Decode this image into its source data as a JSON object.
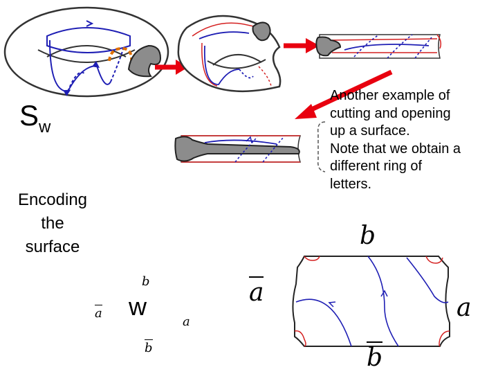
{
  "left_labels": {
    "s_main": "S",
    "s_sub": "w",
    "encoding_lines": [
      "Encoding",
      "the",
      "surface"
    ]
  },
  "caption_lines": [
    "Another example of",
    "cutting and opening",
    "up a surface.",
    "Note that we obtain a",
    "different ring of",
    "letters."
  ],
  "small_word": {
    "center": "w",
    "top": "b",
    "left": "a",
    "right": "a",
    "bottom": "b"
  },
  "big_square": {
    "top": "b",
    "left": "a",
    "right": "a",
    "bottom": "b"
  },
  "colors": {
    "arrow_red": "#e8000f",
    "curve_blue": "#1e1eb4",
    "edge_red": "#d42020",
    "cut_orange": "#e07000",
    "hole_gray": "#8c8c8c"
  }
}
